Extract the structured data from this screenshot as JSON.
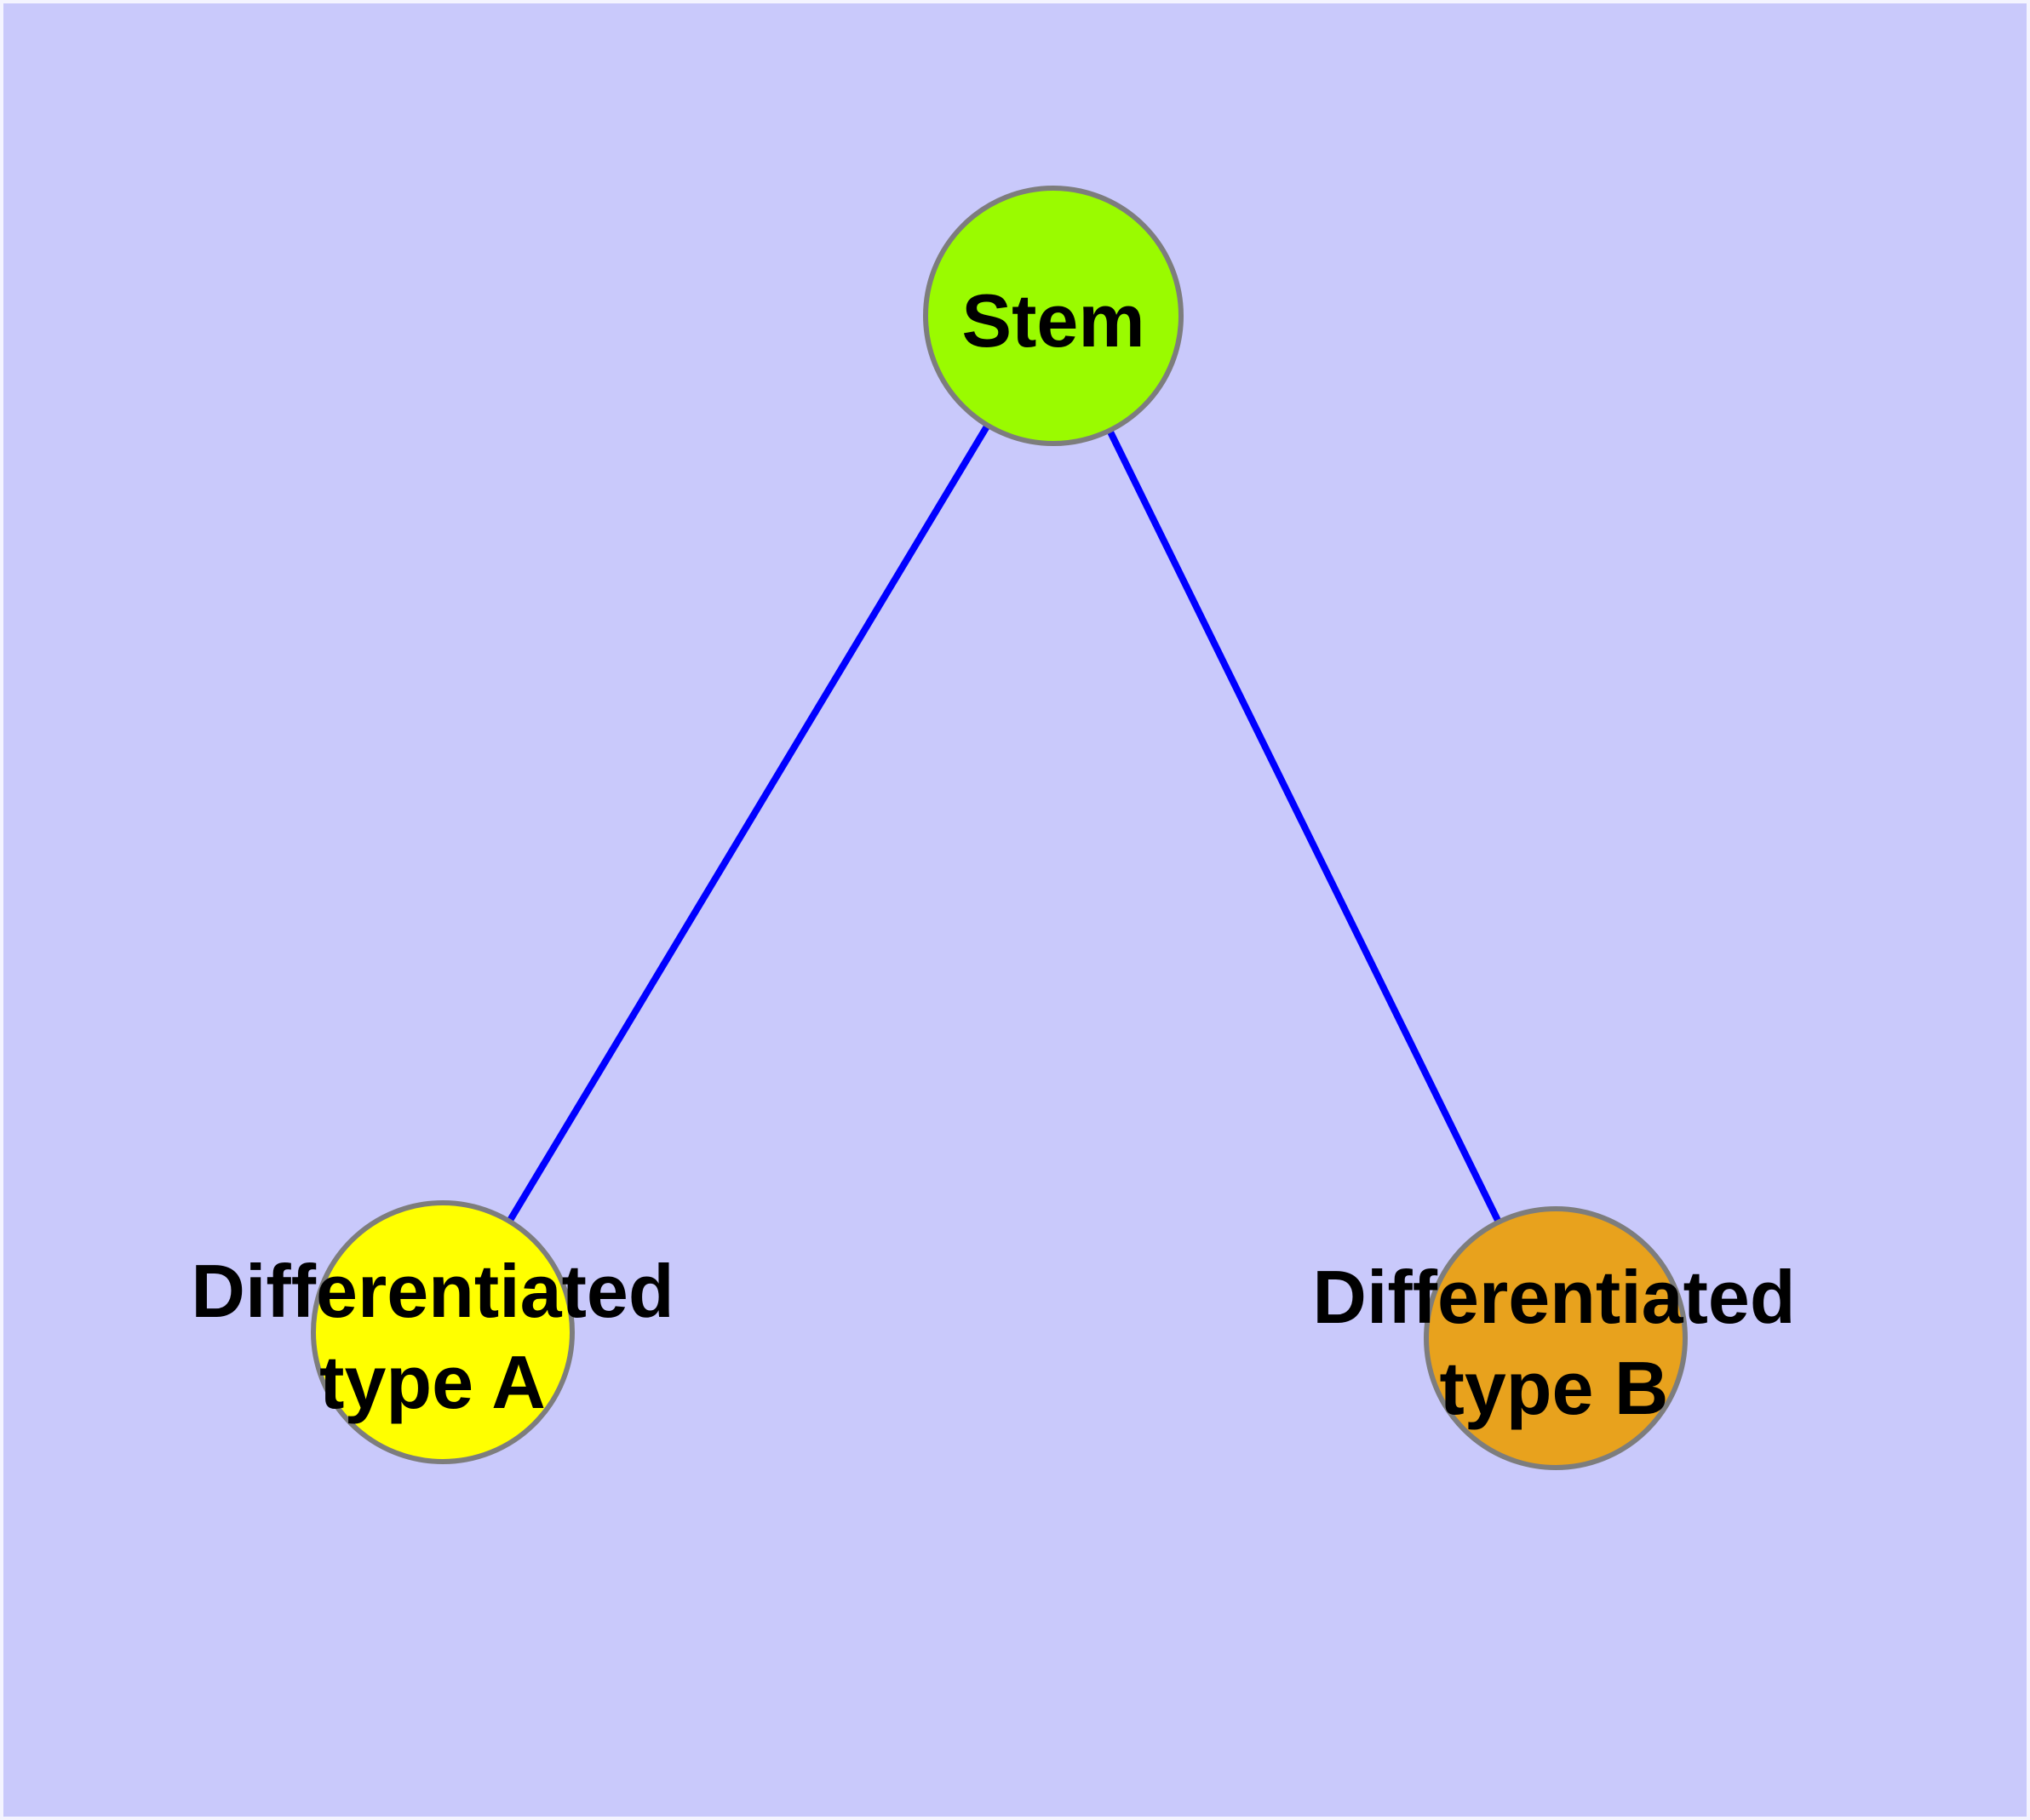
{
  "diagram": {
    "background_color": "#c9c9fb",
    "frame_color": "#f4f4ff",
    "edge_color": "#0000ff",
    "node_border_color": "#7d7d7d",
    "label_color": "#000000",
    "nodes": [
      {
        "id": "stem",
        "label": "Stem",
        "color": "#9afb00",
        "lines": [
          "Stem"
        ]
      },
      {
        "id": "differentiated-type-a",
        "label": "Differentiated type A",
        "color": "#ffff00",
        "lines": [
          "Differentiated",
          "type A"
        ]
      },
      {
        "id": "differentiated-type-b",
        "label": "Differentiated type B",
        "color": "#e8a21d",
        "lines": [
          "Differentiated",
          "type B"
        ]
      }
    ],
    "edges": [
      {
        "from": "stem",
        "to": "differentiated-type-a"
      },
      {
        "from": "stem",
        "to": "differentiated-type-b"
      }
    ]
  }
}
